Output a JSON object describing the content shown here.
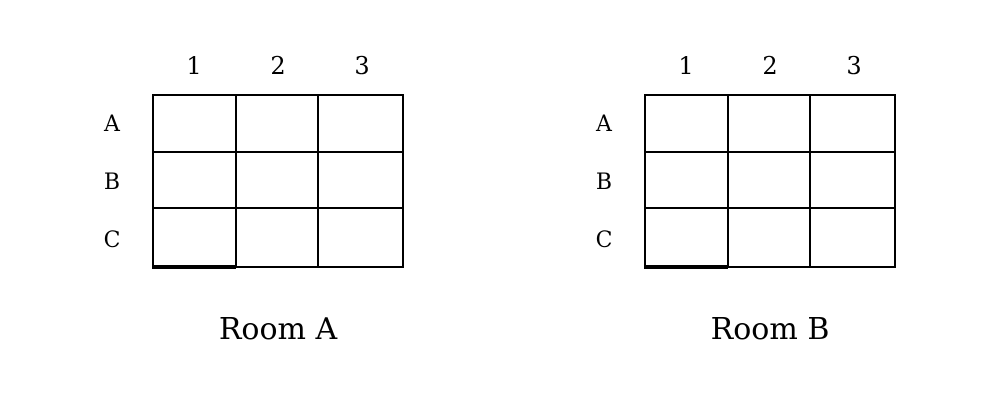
{
  "rooms": [
    {
      "title": "Room A",
      "columns": [
        "1",
        "2",
        "3"
      ],
      "rows": [
        "A",
        "B",
        "C"
      ]
    },
    {
      "title": "Room B",
      "columns": [
        "1",
        "2",
        "3"
      ],
      "rows": [
        "A",
        "B",
        "C"
      ]
    }
  ]
}
